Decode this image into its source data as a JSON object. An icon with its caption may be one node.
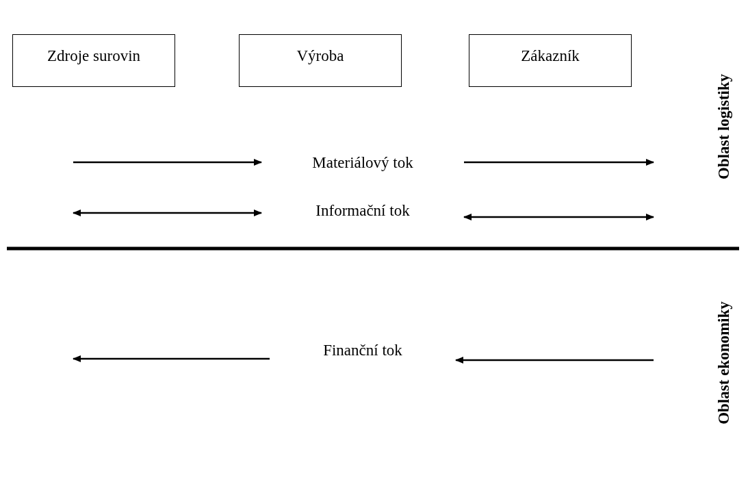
{
  "diagram": {
    "nodes": [
      {
        "text": [
          "Zdroje surovin"
        ]
      },
      {
        "text": [
          "Výroba"
        ]
      },
      {
        "text": [
          "Zákazník"
        ]
      },
      {
        "text": [
          "Materiálový tok"
        ]
      },
      {
        "text": [
          "Informační tok"
        ]
      },
      {
        "text": [
          "Finanční tok"
        ]
      }
    ],
    "edges": [
      {
        "from": null,
        "to": 3,
        "arrow": "to"
      },
      {
        "from": 3,
        "to": null,
        "arrow": "to"
      },
      {
        "from": null,
        "to": 4,
        "arrow": "both"
      },
      {
        "from": 4,
        "to": null,
        "arrow": "both"
      },
      {
        "from": 5,
        "to": null,
        "arrow": "to"
      },
      {
        "from": null,
        "to": 5,
        "arrow": "to"
      }
    ],
    "labels": [
      "Oblast logistiky",
      "Oblast ekonomiky"
    ]
  }
}
